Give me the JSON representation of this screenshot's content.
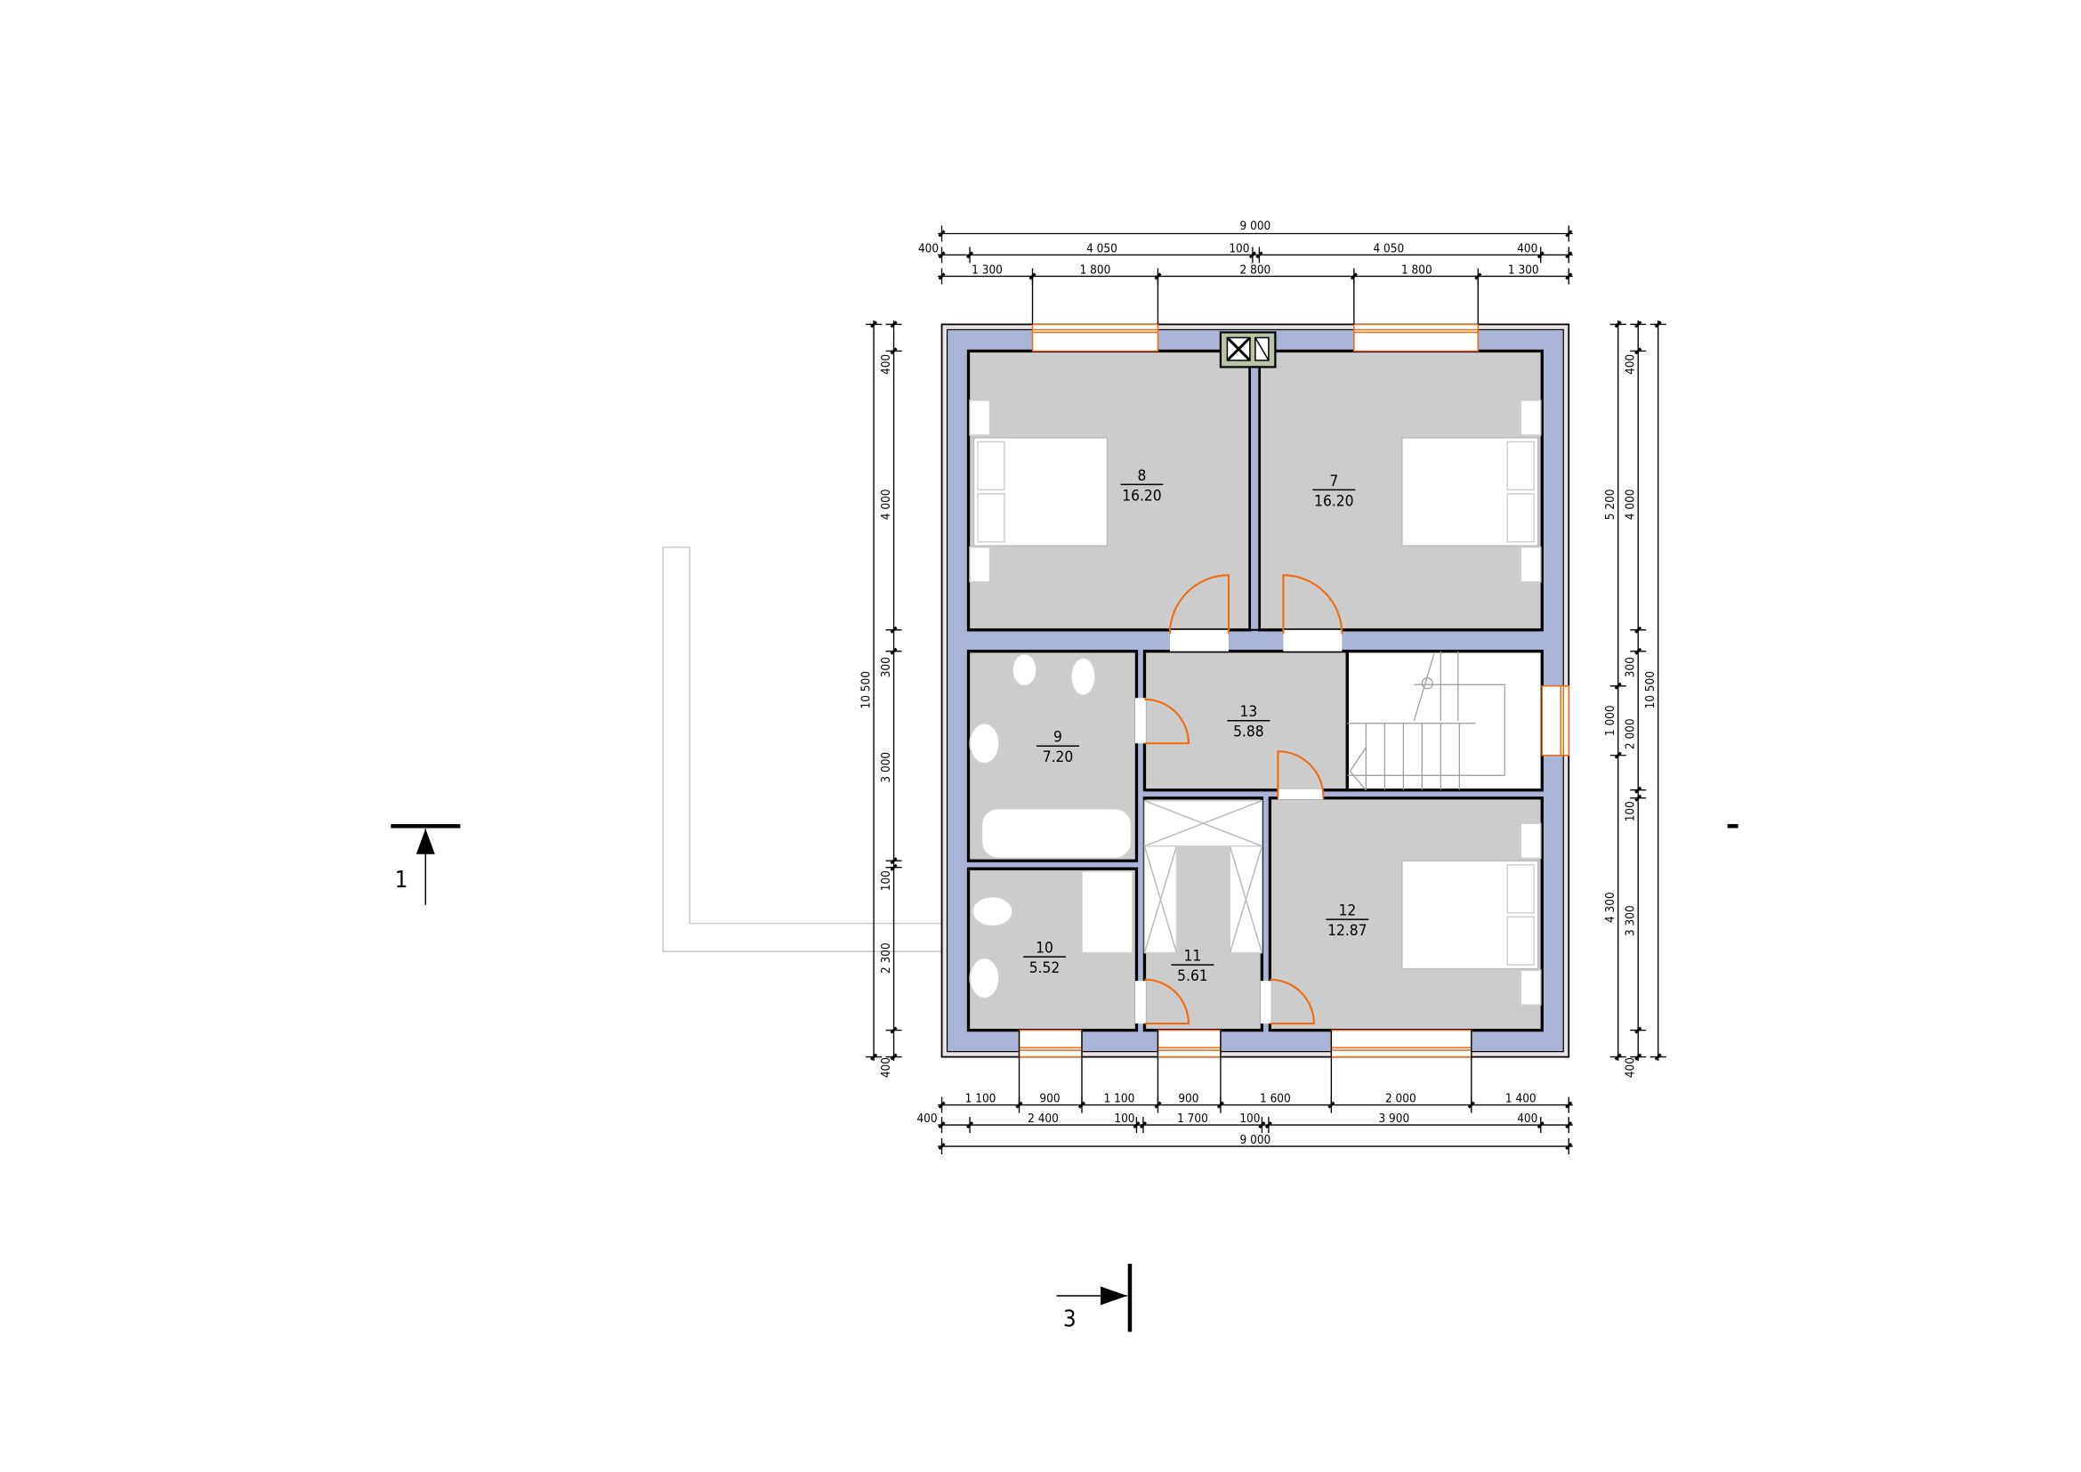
{
  "colors": {
    "wall": "#aab4d6",
    "floor": "#cccccc",
    "door": "#f26a10",
    "line": "#000000"
  },
  "rooms": [
    {
      "number": "8",
      "area": "16.20"
    },
    {
      "number": "7",
      "area": "16.20"
    },
    {
      "number": "9",
      "area": "7.20"
    },
    {
      "number": "13",
      "area": "5.88"
    },
    {
      "number": "10",
      "area": "5.52"
    },
    {
      "number": "11",
      "area": "5.61"
    },
    {
      "number": "12",
      "area": "12.87"
    }
  ],
  "dimensions": {
    "top_overall": "9 000",
    "top_axes": [
      "400",
      "4 050",
      "100",
      "4 050",
      "400"
    ],
    "top_openings": [
      "1 300",
      "1 800",
      "2 800",
      "1 800",
      "1 300"
    ],
    "bottom_openings": [
      "1 100",
      "900",
      "1 100",
      "900",
      "1 600",
      "2 000",
      "1 400"
    ],
    "bottom_axes": [
      "400",
      "2 400",
      "100",
      "1 700",
      "100",
      "3 900",
      "400"
    ],
    "bottom_overall": "9 000",
    "left_overall": "10 500",
    "left_chain": [
      "400",
      "4 000",
      "300",
      "3 000",
      "100",
      "2 300",
      "400"
    ],
    "right_outer": [
      "5 200",
      "1 000",
      "4 300"
    ],
    "right_chain": [
      "400",
      "4 000",
      "300",
      "2 000",
      "100",
      "3 300",
      "400"
    ],
    "right_overall": "10 500"
  },
  "section_markers": [
    {
      "label": "1"
    },
    {
      "label": "3"
    }
  ]
}
